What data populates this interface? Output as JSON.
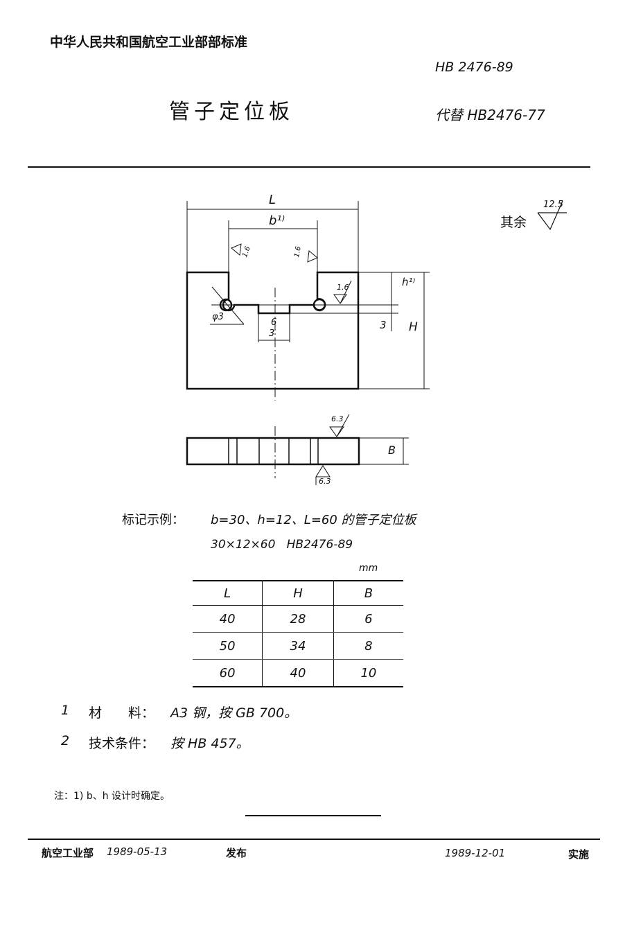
{
  "header": {
    "organization": "中华人民共和国航空工业部部标准",
    "standard_number": "HB 2476-89",
    "title": "管子定位板",
    "replaces": "代替 HB2476-77"
  },
  "drawing": {
    "roughness_other": "其余",
    "roughness_other_value": "12.5",
    "labels": {
      "L": "L",
      "b": "b¹⁾",
      "h": "h¹⁾",
      "H": "H",
      "B": "B",
      "three_v": "3",
      "six": "6",
      "three_h": "3",
      "phi3": "φ3",
      "r16_left": "1.6",
      "r16_right": "1.6",
      "r16_side": "1.6",
      "r63_top": "6.3",
      "r63_bottom": "6.3"
    }
  },
  "marking_example": {
    "label": "标记示例：",
    "text": "b=30、h=12、L=60 的管子定位板",
    "code": "30×12×60   HB2476-89"
  },
  "table": {
    "unit": "mm",
    "columns": [
      "L",
      "H",
      "B"
    ],
    "rows": [
      [
        "40",
        "28",
        "6"
      ],
      [
        "50",
        "34",
        "8"
      ],
      [
        "60",
        "40",
        "10"
      ]
    ]
  },
  "requirements": [
    {
      "num": "1",
      "label": "材　　料：",
      "text": "A3 钢，按 GB 700。"
    },
    {
      "num": "2",
      "label": "技术条件：",
      "text": "按 HB 457。"
    }
  ],
  "note": "注：1) b、h 设计时确定。",
  "footer": {
    "issuer": "航空工业部",
    "issue_date": "1989-05-13",
    "issued": "发布",
    "effective_date": "1989-12-01",
    "effective": "实施"
  }
}
